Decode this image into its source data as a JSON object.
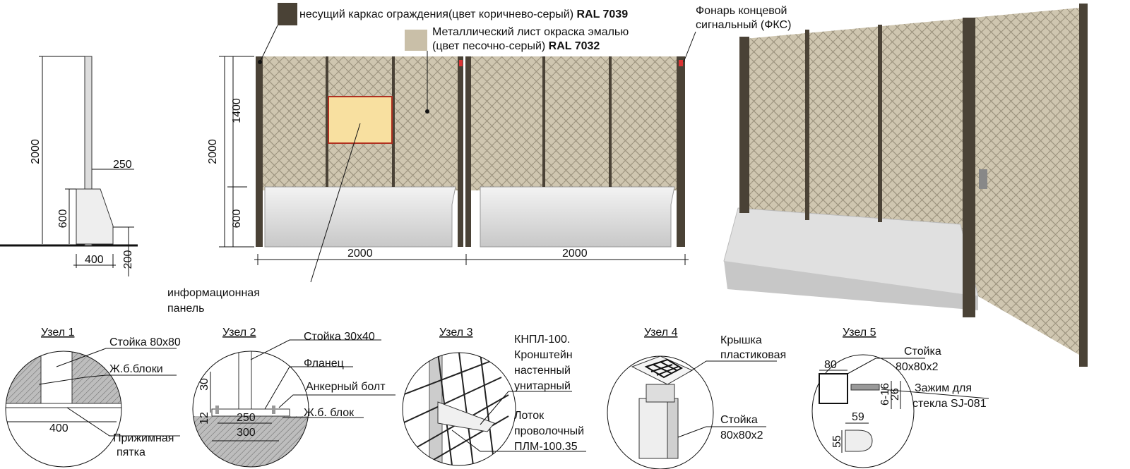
{
  "colors": {
    "frame": "#4a4236",
    "sheet": "#c9bfa8",
    "info_panel": "#f8e0a0",
    "info_border": "#b03020",
    "block": "#e6e6e6"
  },
  "side_view": {
    "dims": [
      "2000",
      "250",
      "600",
      "400",
      "200"
    ]
  },
  "front_view": {
    "dims": {
      "total_height": "2000",
      "upper": "1400",
      "lower": "600",
      "span1": "2000",
      "span2": "2000"
    }
  },
  "legend": {
    "frame_text": "несущий каркас ограждения(цвет коричнево-серый)",
    "frame_ral": "RAL 7039",
    "sheet_text_1": "Металлический лист окраска эмалью",
    "sheet_text_2": "(цвет  песочно-серый)",
    "sheet_ral": "RAL 7032",
    "lamp_1": "Фонарь концевой",
    "lamp_2": "сигнальный (ФКС)",
    "info_1": "информационная",
    "info_2": "панель"
  },
  "nodes": [
    {
      "title": "Узел 1",
      "labels": [
        "Стойка 80x80",
        "Ж.б.блоки",
        "Прижимная",
        "пятка"
      ],
      "dims": [
        "400"
      ]
    },
    {
      "title": "Узел 2",
      "labels": [
        "Стойка 30x40",
        "Фланец",
        "Анкерный болт",
        "Ж.б. блок"
      ],
      "dims": [
        "30",
        "12",
        "250",
        "300"
      ]
    },
    {
      "title": "Узел 3",
      "labels": [
        "КНПЛ-100.",
        "Кронштейн",
        "настенный",
        "унитарный",
        "Лоток",
        "проволочный",
        "ПЛМ-100.35"
      ]
    },
    {
      "title": "Узел 4",
      "labels": [
        "Крышка",
        "пластиковая",
        "Стойка",
        "80x80x2"
      ]
    },
    {
      "title": "Узел 5",
      "labels": [
        "Стойка",
        "80x80x2",
        "Зажим для",
        "стекла SJ-081"
      ],
      "dims": [
        "80",
        "6-16",
        "26",
        "59",
        "55"
      ]
    }
  ]
}
